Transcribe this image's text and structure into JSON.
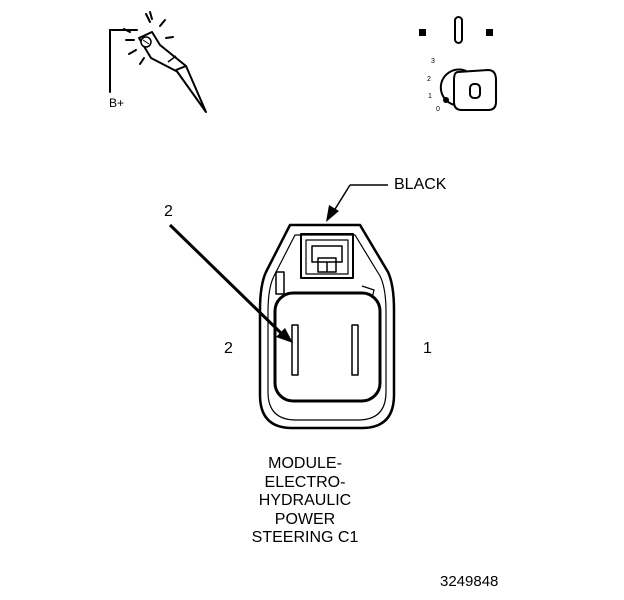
{
  "probe_icon": {
    "name": "test-probe-icon",
    "label": "B+"
  },
  "ignition_icon": {
    "name": "ignition-key-icon",
    "positions": [
      "3",
      "2",
      "1",
      "0"
    ]
  },
  "connector": {
    "color_label": "BLACK",
    "callout_number": "2",
    "terminal_left_label": "2",
    "terminal_right_label": "1"
  },
  "caption_lines": [
    "MODULE-",
    "ELECTRO-",
    "HYDRAULIC",
    "POWER",
    "STEERING C1"
  ],
  "figure_number": "3249848",
  "colors": {
    "ink": "#000000",
    "paper": "#ffffff"
  }
}
